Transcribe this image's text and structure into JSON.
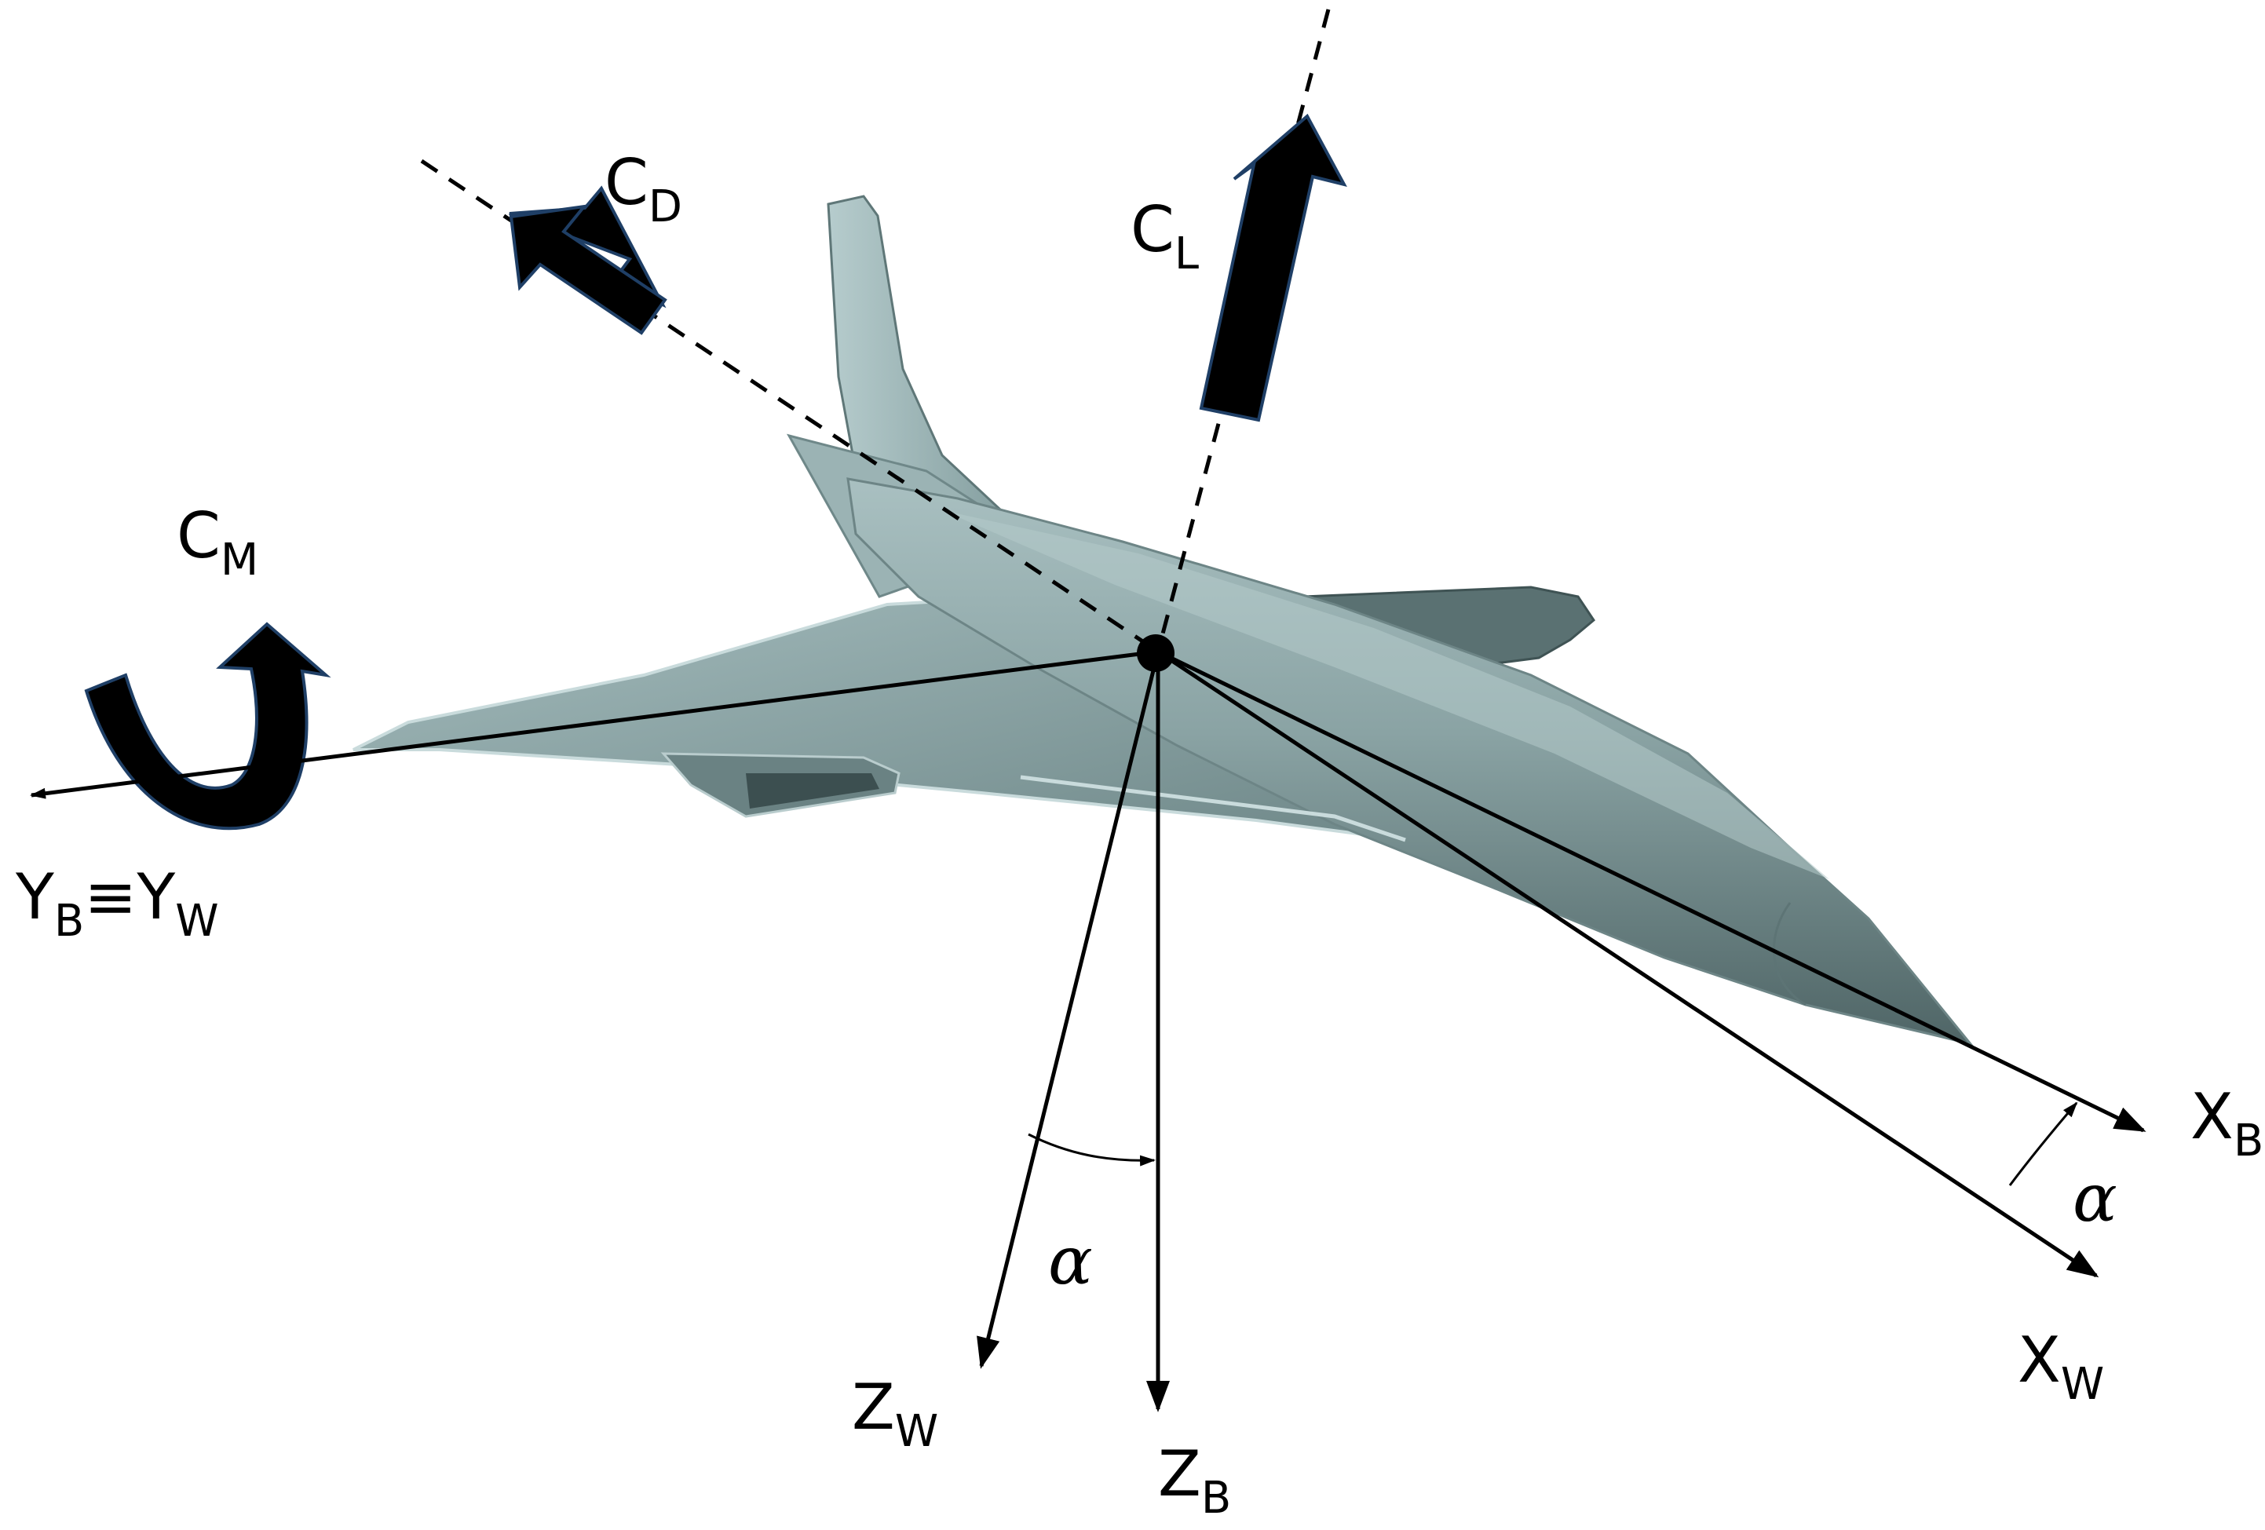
{
  "colors": {
    "background": "#ffffff",
    "aircraft_body": "#7f9899",
    "aircraft_light": "#a9c0c1",
    "aircraft_dark": "#4f6566",
    "aircraft_edge": "#b7cfd0",
    "force_arrow_fill": "#000000",
    "force_arrow_edge": "#1f3f66",
    "axis_line": "#000000"
  },
  "labels": {
    "cd": {
      "main": "C",
      "sub": "D"
    },
    "cl": {
      "main": "C",
      "sub": "L"
    },
    "cm": {
      "main": "C",
      "sub": "M"
    },
    "y_axis": {
      "main1": "Y",
      "sub1": "B",
      "equiv": "≡",
      "main2": "Y",
      "sub2": "W"
    },
    "xb": {
      "main": "X",
      "sub": "B"
    },
    "xw": {
      "main": "X",
      "sub": "W"
    },
    "zw": {
      "main": "Z",
      "sub": "W"
    },
    "zb": {
      "main": "Z",
      "sub": "B"
    },
    "alpha_vertical": "α",
    "alpha_horizontal": "α"
  },
  "icons": {
    "cd_arrow": "drag-force-arrow",
    "cl_arrow": "lift-force-arrow",
    "cm_arrow": "pitching-moment-curved-arrow",
    "aircraft": "aircraft-model"
  }
}
